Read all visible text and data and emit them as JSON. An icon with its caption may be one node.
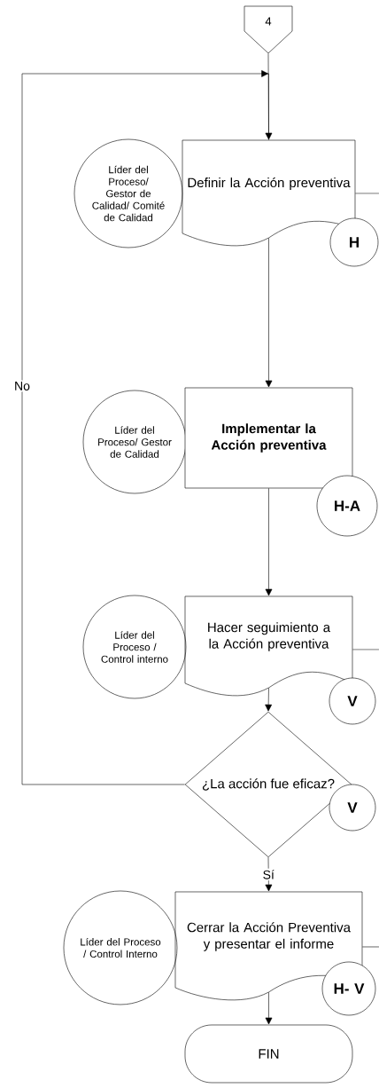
{
  "diagram": {
    "nodes": [
      {
        "text": [
          "4"
        ]
      },
      {
        "text": [
          "Líder del Proceso/ Gestor de Calidad/ Comité de Calidad"
        ]
      },
      {
        "text": [
          "Definir la Acción preventiva"
        ]
      },
      {
        "text": [
          "H"
        ]
      },
      {
        "text": [
          "Líder del Proceso/ Gestor de Calidad"
        ]
      },
      {
        "text": [
          "Implementar la Acción preventiva"
        ]
      },
      {
        "text": [
          "H-A"
        ]
      },
      {
        "text": [
          "Líder del Proceso / Control interno"
        ]
      },
      {
        "text": [
          "Hacer seguimiento a la Acción preventiva"
        ]
      },
      {
        "text": [
          "V"
        ]
      },
      {
        "text": [
          "¿La acción fue eficaz?"
        ]
      },
      {
        "text": [
          "V"
        ]
      },
      {
        "text": [
          "Líder del Proceso / Control Interno"
        ]
      },
      {
        "text": [
          "Cerrar la Acción Preventiva y presentar el informe"
        ]
      },
      {
        "text": [
          "H- V"
        ]
      },
      {
        "text": [
          "FIN"
        ]
      }
    ],
    "edges": [
      {
        "from": 0,
        "to": 2,
        "arrow": "to"
      },
      {
        "from": 10,
        "to": 2,
        "arrow": "to",
        "label": "No"
      },
      {
        "from": 2,
        "to": 5,
        "arrow": "to"
      },
      {
        "from": 5,
        "to": 8,
        "arrow": "to"
      },
      {
        "from": 8,
        "to": 10,
        "arrow": "to"
      },
      {
        "from": 10,
        "to": 13,
        "arrow": "to",
        "label": "Sí"
      },
      {
        "from": 13,
        "to": 15,
        "arrow": "to"
      },
      {
        "from": 2,
        "to": null,
        "arrow": "none"
      },
      {
        "from": 8,
        "to": null,
        "arrow": "none"
      },
      {
        "from": 13,
        "to": null,
        "arrow": "none"
      }
    ]
  }
}
